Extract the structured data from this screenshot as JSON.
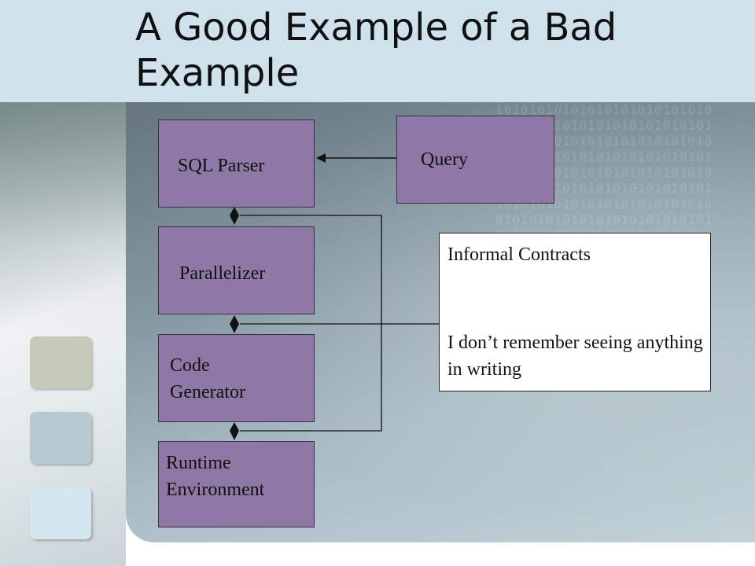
{
  "title": "A Good Example of a Bad Example",
  "boxes": {
    "sql_parser": "SQL Parser",
    "query": "Query",
    "parallelizer": "Parallelizer",
    "code_generator": "Code Generator",
    "runtime_environment": "Runtime Environment"
  },
  "note": {
    "heading": "Informal Contracts",
    "body": "I don’t remember seeing anything in writing"
  },
  "colors": {
    "box_fill": "#8e78a6",
    "title_band": "#cfe2ec"
  }
}
